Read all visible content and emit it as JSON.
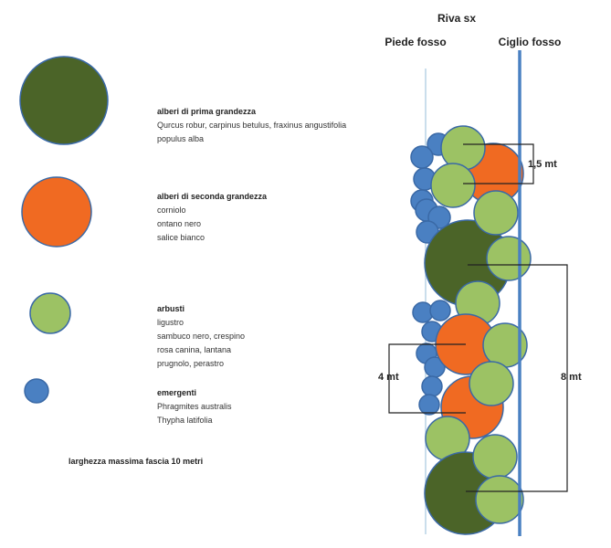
{
  "header": {
    "riva": "Riva sx",
    "piede": "Piede fosso",
    "ciglio": "Ciglio fosso"
  },
  "legend": [
    {
      "title": "alberi di prima grandezza",
      "lines": [
        "Qurcus robur, carpinus betulus,  fraxinus angustifolia",
        "populus alba"
      ],
      "color": "#4b6428"
    },
    {
      "title": "alberi di seconda grandezza",
      "lines": [
        "corniolo",
        "ontano nero",
        "salice bianco"
      ],
      "color": "#f06a22"
    },
    {
      "title": "arbusti",
      "lines": [
        "ligustro",
        "sambuco nero, crespino",
        "rosa canina, lantana",
        "prugnolo, perastro"
      ],
      "color": "#9cc264"
    },
    {
      "title": "emergenti",
      "lines": [
        "Phragmites australis",
        "Thypha latifolia"
      ],
      "color": "#4a80c2"
    }
  ],
  "note": "larghezza massima fascia 10 metri",
  "dimensions": {
    "small": "1,5 mt",
    "medium": "4 mt",
    "large": "8 mt"
  },
  "colors": {
    "stroke": "#3a69a6",
    "line": "#4a80c2",
    "thin_line": "#b9d3e6"
  }
}
